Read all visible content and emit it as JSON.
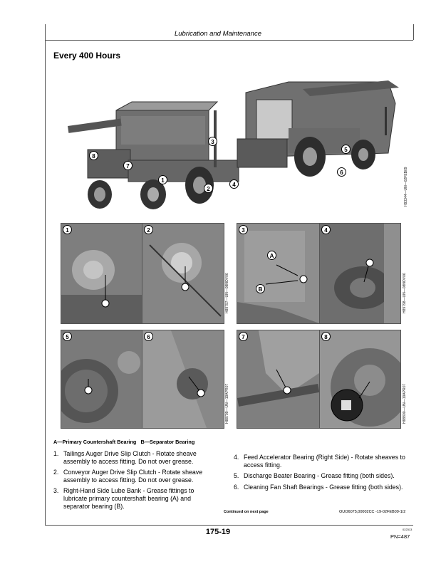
{
  "header": {
    "title": "Lubrication and Maintenance"
  },
  "section": {
    "title": "Every 400 Hours"
  },
  "figures": {
    "main": {
      "code": "H93344—UN—02FEB09",
      "callouts": [
        "1",
        "2",
        "3",
        "4",
        "5",
        "6",
        "7",
        "8"
      ]
    },
    "detail_1": {
      "badge": "1"
    },
    "detail_2": {
      "badge": "2",
      "code": "H89797—UN—08NOV06"
    },
    "detail_3": {
      "badge": "3",
      "marks": [
        "A",
        "B"
      ]
    },
    "detail_4": {
      "badge": "4",
      "code": "H89798—UN—08NOV06"
    },
    "detail_5": {
      "badge": "5"
    },
    "detail_6": {
      "badge": "6",
      "code": "H88799—UN—19APR07"
    },
    "detail_7": {
      "badge": "7"
    },
    "detail_8": {
      "badge": "8",
      "code": "H88800—UN—19APR07"
    }
  },
  "legend": "A—Primary Countershaft Bearing   B—Separator Bearing",
  "steps_left": [
    {
      "num": "1.",
      "text": "Tailings Auger Drive Slip Clutch - Rotate sheave assembly to access fitting. Do not over grease."
    },
    {
      "num": "2.",
      "text": "Conveyor Auger Drive Slip Clutch - Rotate sheave assembly to access fitting. Do not over grease."
    },
    {
      "num": "3.",
      "text": "Right-Hand Side Lube Bank - Grease fittings to lubricate primary countershaft bearing (A) and separator bearing (B)."
    }
  ],
  "steps_right": [
    {
      "num": "4.",
      "text": "Feed Accelerator Bearing (Right Side) - Rotate sheaves to access fitting."
    },
    {
      "num": "5.",
      "text": "Discharge Beater Bearing - Grease fitting (both sides)."
    },
    {
      "num": "6.",
      "text": "Cleaning Fan Shaft Bearings - Grease fitting (both sides)."
    }
  ],
  "footer": {
    "continued": "Continued on next page",
    "docref": "OUO6075,00002CC -19-02FEB09-1/2",
    "page": "175-19",
    "small_code": "022313",
    "pn": "PN=487"
  }
}
